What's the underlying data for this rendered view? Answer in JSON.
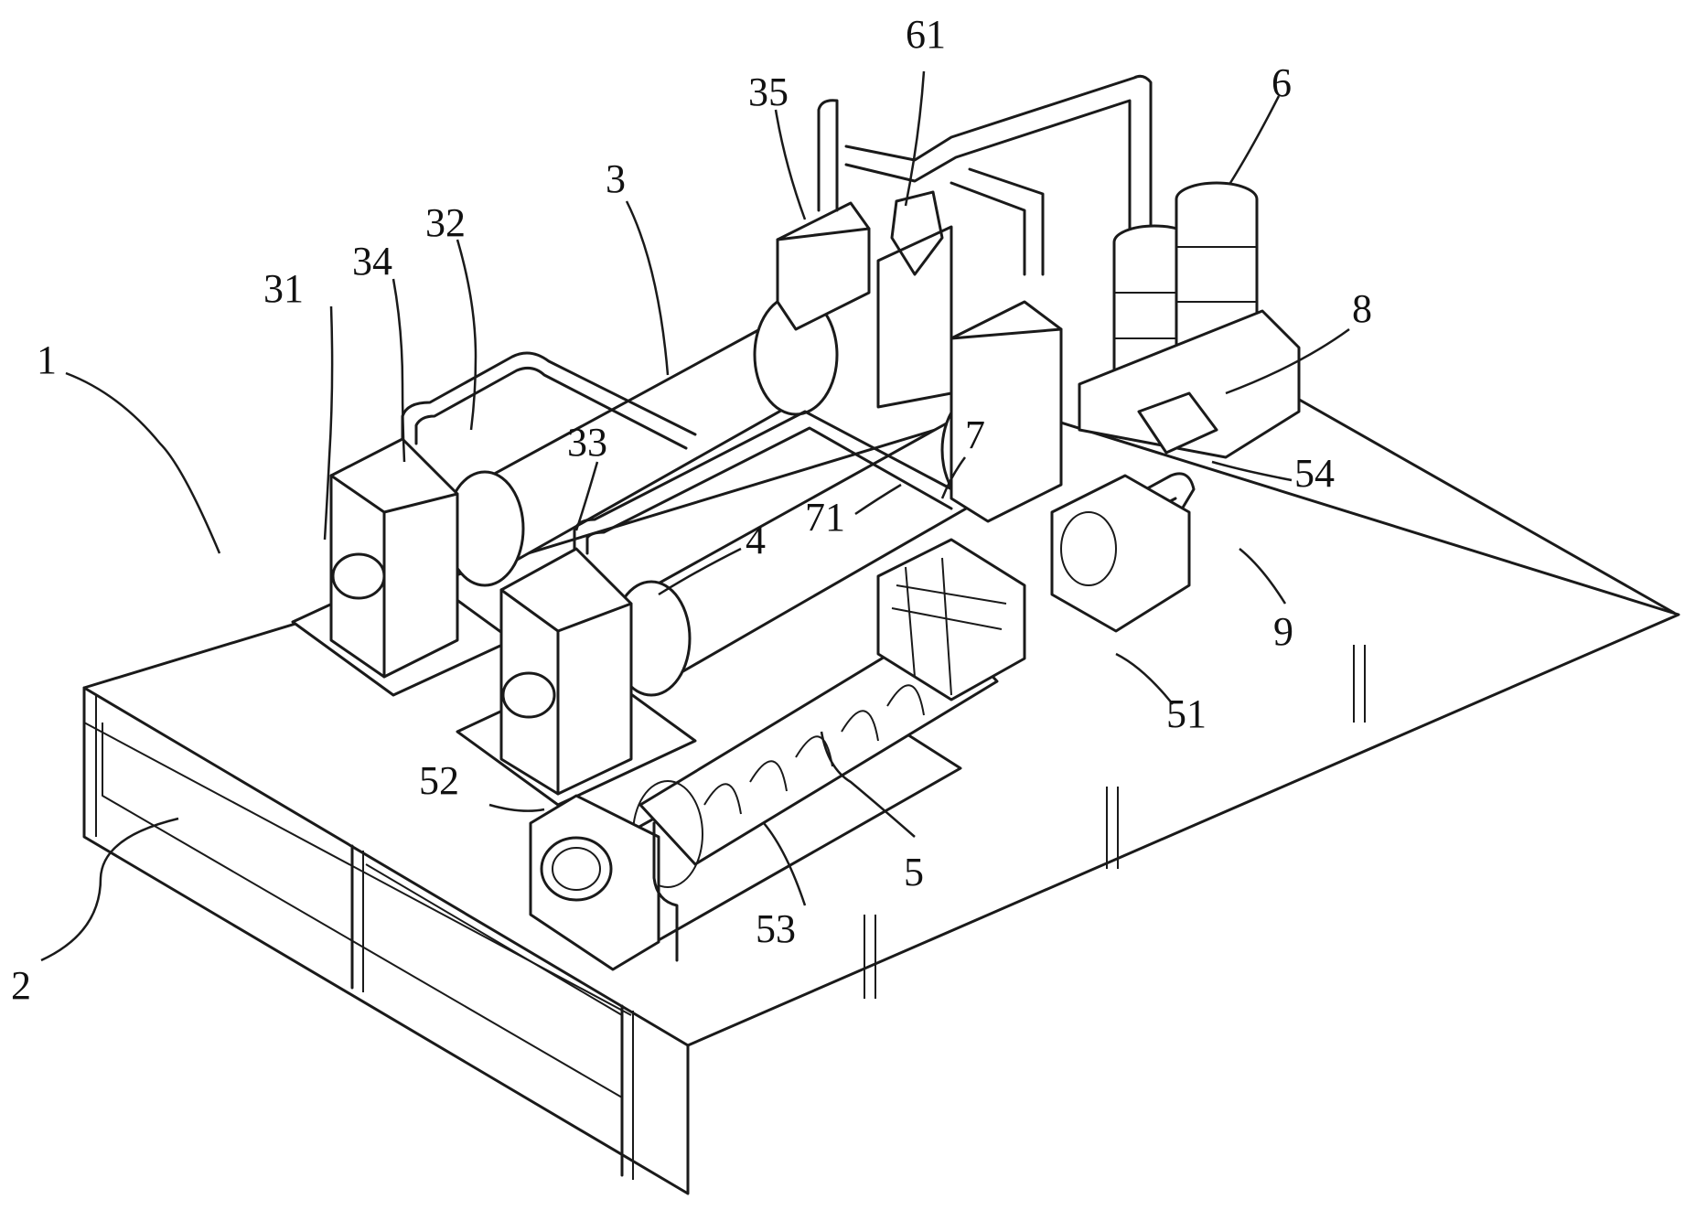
{
  "labels": {
    "l1": "1",
    "l2": "2",
    "l3": "3",
    "l4": "4",
    "l5": "5",
    "l6": "6",
    "l7": "7",
    "l8": "8",
    "l9": "9",
    "l31": "31",
    "l32": "32",
    "l33": "33",
    "l34": "34",
    "l35": "35",
    "l51": "51",
    "l52": "52",
    "l53": "53",
    "l54": "54",
    "l61": "61",
    "l71": "71"
  }
}
